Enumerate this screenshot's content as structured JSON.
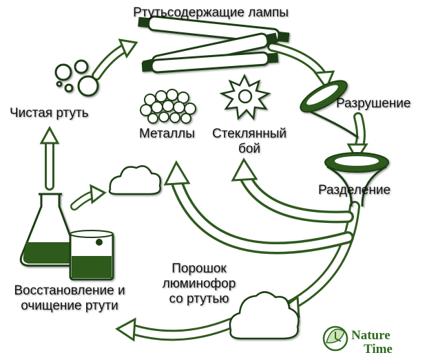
{
  "diagram": {
    "nodes": {
      "lamps": "Ртутьсодержащие лампы",
      "destruction": "Разрушение",
      "separation": "Разделение",
      "metals": "Металлы",
      "glass_line1": "Стеклянный",
      "glass_line2": "бой",
      "phosphor_line1": "Порошок",
      "phosphor_line2": "люминофор",
      "phosphor_line3": "со ртутью",
      "recovery_line1": "Восстановление и",
      "recovery_line2": "очищение ртути",
      "pure_mercury": "Чистая ртуть"
    },
    "logo": {
      "line1": "Nature",
      "line2": "Time"
    }
  },
  "colors": {
    "arrow_fill": "#ffffff",
    "arrow_outline": "#2f5a1e",
    "ink": "#1f3d12",
    "logo_green": "#2e6b1f"
  },
  "icons": [
    "lamps-icon",
    "funnel-top-icon",
    "funnel-bottom-icon",
    "metals-icon",
    "glass-icon",
    "powder-cloud-icon",
    "flask-icon",
    "beaker-icon",
    "mercury-drops-icon",
    "cloud-icon",
    "leaf-logo-icon"
  ]
}
